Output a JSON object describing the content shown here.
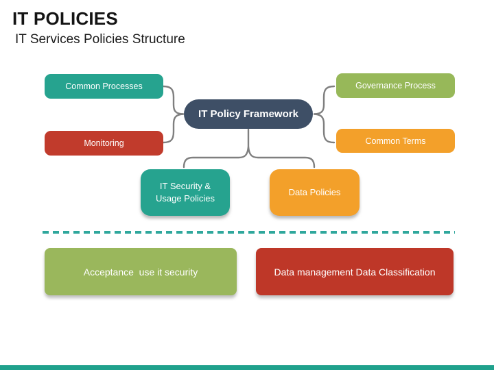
{
  "slide": {
    "title": "IT POLICIES",
    "subtitle": "IT Services Policies Structure"
  },
  "diagram": {
    "type": "mind-map",
    "center": {
      "label": "IT Policy Framework",
      "color": "#3E4F66",
      "text_color": "#FFFFFF"
    },
    "top_left_branches": [
      {
        "label": "Common Processes",
        "color": "#26A38F"
      },
      {
        "label": "Monitoring",
        "color": "#C13B2C"
      }
    ],
    "top_right_branches": [
      {
        "label": "Governance Process",
        "color": "#97B859"
      },
      {
        "label": "Common Terms",
        "color": "#F3A02A"
      }
    ],
    "child_nodes": [
      {
        "label": "IT Security & Usage Policies",
        "color": "#26A38F"
      },
      {
        "label": "Data Policies",
        "color": "#F3A02A"
      }
    ],
    "connector_color": "#7F7F7F"
  },
  "bottom_section": {
    "divider_color": "#2FA79C",
    "divider_style": "dashed",
    "items": [
      {
        "label": "Acceptance  use it security",
        "color": "#9AB75C"
      },
      {
        "label": "Data management Data Classification",
        "color": "#BE3728"
      }
    ]
  },
  "footer": {
    "bar_color": "#1FA18C"
  }
}
